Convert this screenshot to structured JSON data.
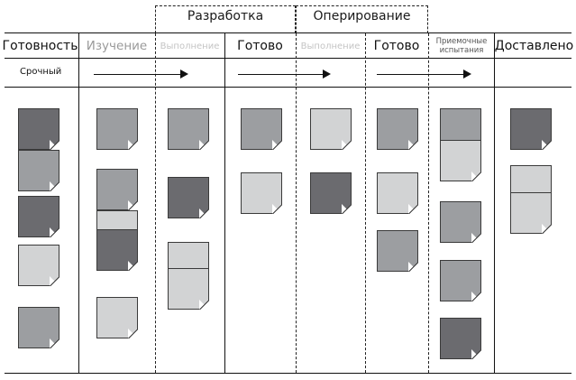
{
  "groups": [
    {
      "key": "dev",
      "label": "Разработка"
    },
    {
      "key": "ops",
      "label": "Оперирование"
    }
  ],
  "columns": [
    {
      "key": "readiness",
      "label": "Готовность",
      "style": "strong"
    },
    {
      "key": "study",
      "label": "Изучение",
      "style": "med"
    },
    {
      "key": "dev_doing",
      "label": "Выполнение",
      "style": "faint"
    },
    {
      "key": "dev_done",
      "label": "Готово",
      "style": "strong"
    },
    {
      "key": "ops_doing",
      "label": "Выполнение",
      "style": "faint"
    },
    {
      "key": "ops_done",
      "label": "Готово",
      "style": "strong"
    },
    {
      "key": "acceptance",
      "label": "Приемочные испытания",
      "style": "small"
    },
    {
      "key": "delivered",
      "label": "Доставлено",
      "style": "strong"
    }
  ],
  "lane": {
    "label": "Срочный"
  },
  "colors": {
    "dark": "#6b6b6f",
    "mid": "#9c9ea1",
    "light": "#d2d3d4",
    "border": "#3a3a3a",
    "line": "#111111"
  },
  "cards": {
    "readiness": [
      "dark",
      "mid",
      "dark",
      "light",
      "mid"
    ],
    "study": [
      "mid",
      "mid",
      "light",
      "dark",
      "light"
    ],
    "dev_doing": [
      "mid",
      "dark",
      "light",
      "light"
    ],
    "dev_done": [
      "mid",
      "light"
    ],
    "ops_doing": [
      "light",
      "dark"
    ],
    "ops_done": [
      "mid",
      "light",
      "mid"
    ],
    "acceptance": [
      "mid",
      "light",
      "mid",
      "mid",
      "dark"
    ],
    "delivered": [
      "dark",
      "light",
      "light"
    ]
  }
}
